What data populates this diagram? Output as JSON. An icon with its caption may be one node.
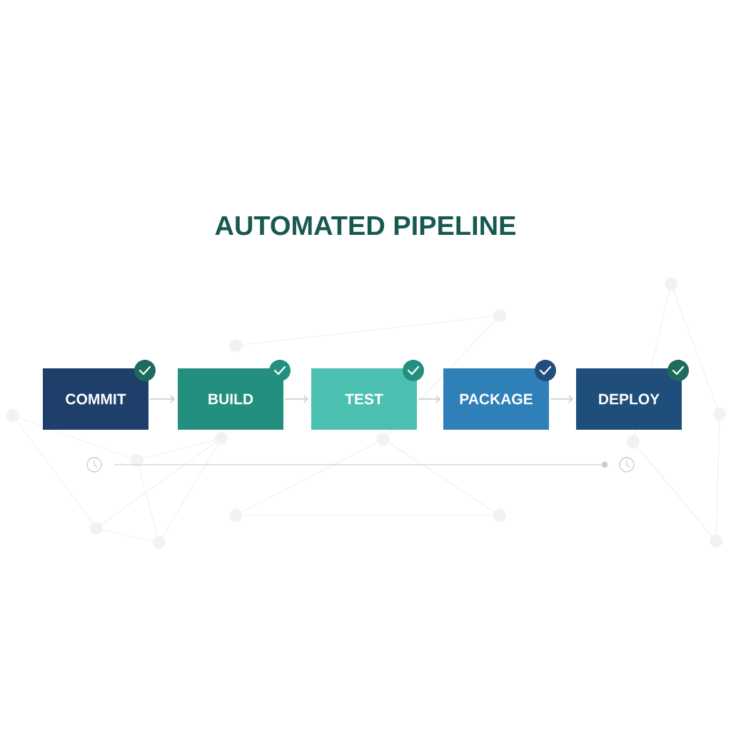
{
  "diagram": {
    "title": "AUTOMATED PIPELINE",
    "nodes": [
      {
        "text": [
          "COMMIT"
        ]
      },
      {
        "text": [
          "BUILD"
        ]
      },
      {
        "text": [
          "TEST"
        ]
      },
      {
        "text": [
          "PACKAGE"
        ]
      },
      {
        "text": [
          "DEPLOY"
        ]
      }
    ],
    "edges": [
      {
        "from": 0,
        "to": 1,
        "arrow": "to"
      },
      {
        "from": 1,
        "to": 2,
        "arrow": "to"
      },
      {
        "from": 2,
        "to": 3,
        "arrow": "to"
      },
      {
        "from": 3,
        "to": 4,
        "arrow": "to"
      }
    ]
  }
}
